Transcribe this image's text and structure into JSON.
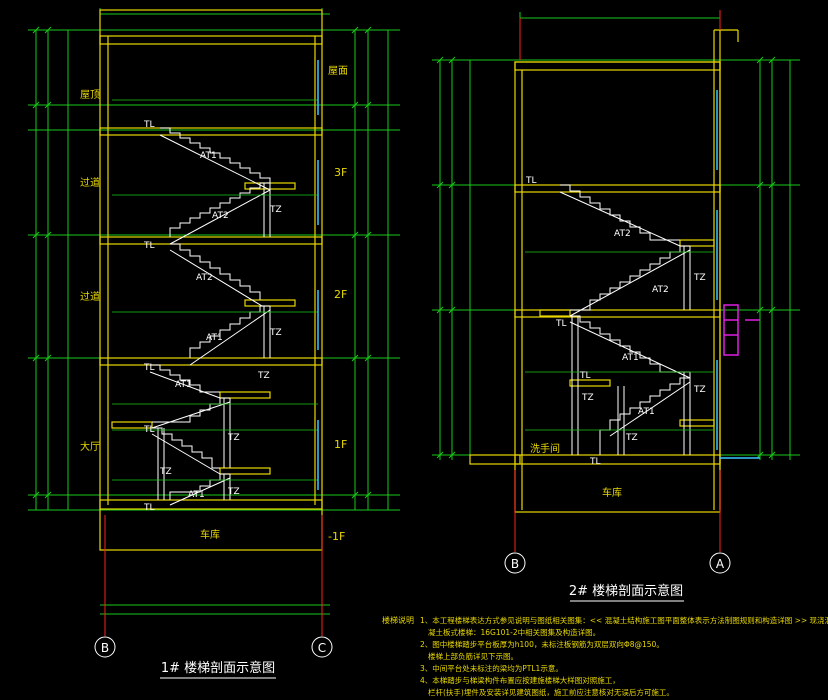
{
  "section1": {
    "title": "1# 楼梯剖面示意图",
    "axis_left": "B",
    "axis_right": "C",
    "floor_labels": [
      "屋面",
      "3F",
      "2F",
      "1F",
      "-1F"
    ],
    "room_labels": [
      "屋顶",
      "过道",
      "过道",
      "大厅",
      "车库"
    ],
    "flight_labels": [
      "AT1",
      "AT2",
      "AT2",
      "AT1",
      "AT1",
      "AT1"
    ],
    "beam_labels": [
      "TL",
      "TL",
      "TL",
      "TL",
      "TL"
    ],
    "column_labels": [
      "TZ",
      "TZ",
      "TZ",
      "TZ",
      "TZ",
      "TZ"
    ]
  },
  "section2": {
    "title": "2# 楼梯剖面示意图",
    "axis_left": "B",
    "axis_right": "A",
    "room_labels": [
      "洗手间",
      "车库"
    ],
    "flight_labels": [
      "AT2",
      "AT2",
      "AT1",
      "AT1"
    ],
    "beam_labels": [
      "TL",
      "TL",
      "TL",
      "TL"
    ],
    "column_labels": [
      "TZ",
      "TZ",
      "TZ",
      "TZ"
    ]
  },
  "notes": {
    "heading": "楼梯说明",
    "lines": [
      "1、本工程楼梯表达方式参见说明与图纸相关图集：<< 混凝土结构施工图平面整体表示方法制图规则和构造详图 >> 现浇混",
      "凝土板式楼梯：16G101-2中相关图集及构造详图。",
      "2、图中楼梯踏步平台板厚为h100，未标注板钢筋为双层双向Φ8@150。",
      "楼梯上部负筋详见下示图。",
      "3、中间平台处未标注的梁均为PTL1示意。",
      "4、本梯踏步与梯梁构件布置应按建施楼梯大样图对照施工，",
      "栏杆(扶手)埋件及安装详见建筑图纸，施工前应注意核对无误后方可施工。"
    ]
  }
}
